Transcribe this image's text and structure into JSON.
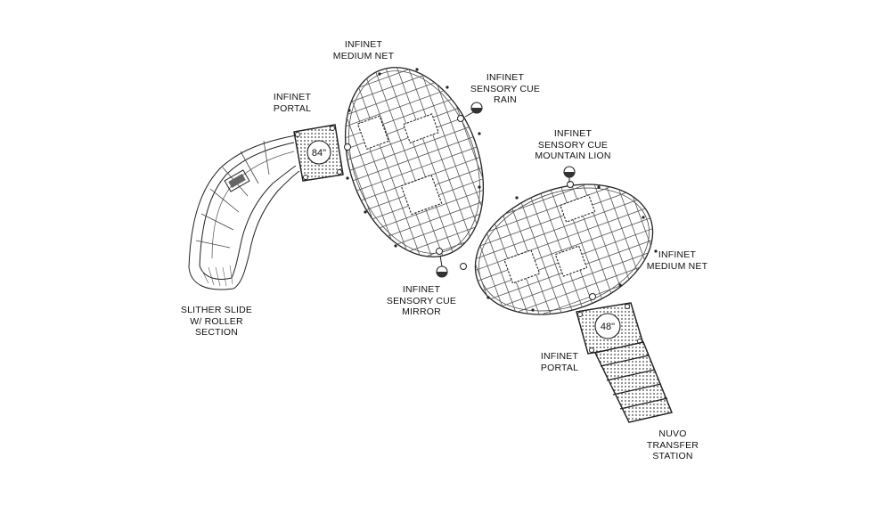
{
  "labels": {
    "medium_net_top": [
      "INFINET",
      "MEDIUM NET"
    ],
    "sensory_rain": [
      "INFINET",
      "SENSORY CUE",
      "RAIN"
    ],
    "portal_top": [
      "INFINET",
      "PORTAL"
    ],
    "sensory_lion": [
      "INFINET",
      "SENSORY CUE",
      "MOUNTAIN LION"
    ],
    "medium_net_right": [
      "INFINET",
      "MEDIUM NET"
    ],
    "slither_slide": [
      "SLITHER SLIDE",
      "W/ ROLLER",
      "SECTION"
    ],
    "sensory_mirror": [
      "INFINET",
      "SENSORY CUE",
      "MIRROR"
    ],
    "portal_bottom": [
      "INFINET",
      "PORTAL"
    ],
    "transfer_station": [
      "NUVO",
      "TRANSFER",
      "STATION"
    ]
  },
  "portals": {
    "top_size": "84\"",
    "bottom_size": "48\""
  },
  "colors": {
    "line": "#222222",
    "mesh": "#555555",
    "background": "#ffffff"
  }
}
